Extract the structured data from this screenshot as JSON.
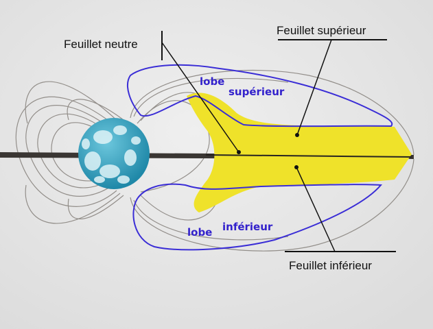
{
  "labels": {
    "neutral_sheet": "Feuillet neutre",
    "upper_sheet": "Feuillet supérieur",
    "lower_sheet": "Feuillet inférieur",
    "upper_lobe_word1": "lobe",
    "upper_lobe_word2": "supérieur",
    "lower_lobe_word1": "lobe",
    "lower_lobe_word2": "inférieur"
  },
  "colors": {
    "background": "#e9e9e9",
    "tail": "#efe22a",
    "lobe_outline": "#3a2dd6",
    "lobe_text": "#3322cc",
    "earth": "#3aa6c6",
    "wire": "#8a8580",
    "rod": "#3a3633"
  }
}
